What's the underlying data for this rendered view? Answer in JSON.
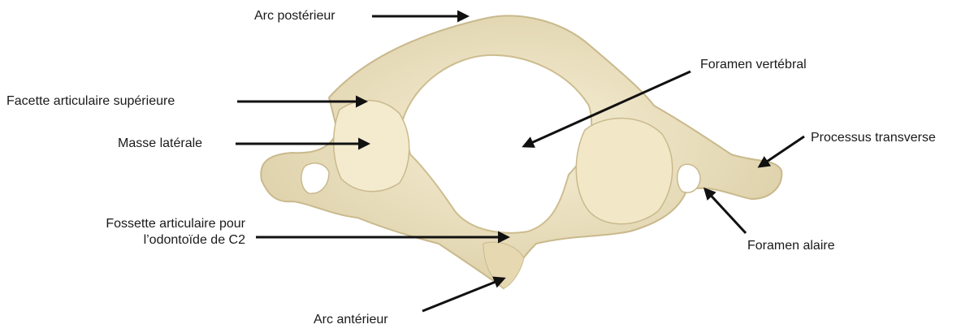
{
  "figure": {
    "subject": "Atlas (C1) vertebra, superior view",
    "colors": {
      "bone": "#ede3c3",
      "bone_shadow": "#d3c49a",
      "bone_highlight": "#f7efd6",
      "arrow": "#111111",
      "background": "#ffffff"
    }
  },
  "labels": {
    "arc_posterieur": "Arc postérieur",
    "foramen_vertebral": "Foramen vertébral",
    "facette_articulaire_superieure": "Facette articulaire supérieure",
    "masse_laterale": "Masse latérale",
    "processus_transverse": "Processus transverse",
    "fossette_line1": "Fossette articulaire pour",
    "fossette_line2": "l’odontoïde de C2",
    "foramen_alaire": "Foramen alaire",
    "arc_anterieur": "Arc antérieur"
  }
}
